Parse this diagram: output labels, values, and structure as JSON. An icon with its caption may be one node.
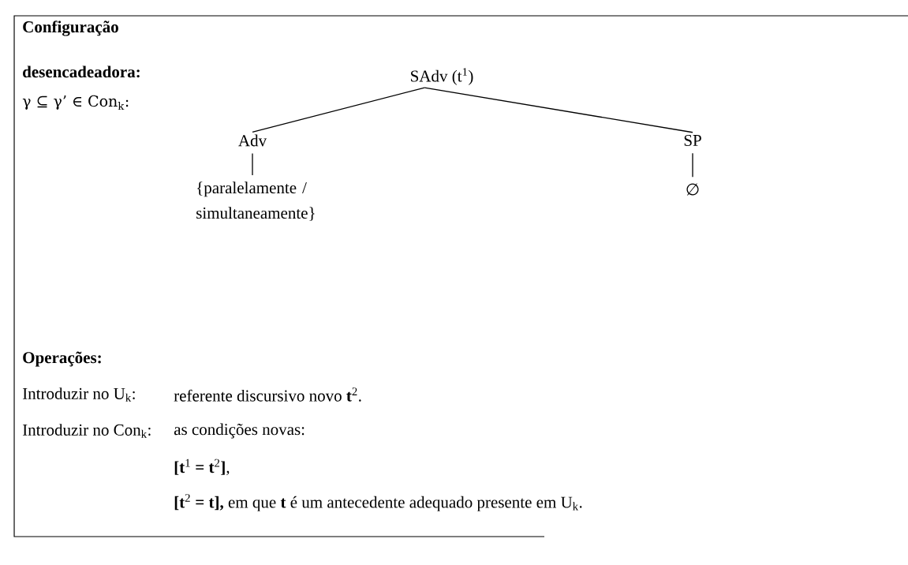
{
  "diagram": {
    "nodes": [
      {
        "text": [
          "SAdv (t$^{1}$)"
        ]
      },
      {
        "text": [
          "Adv"
        ]
      },
      {
        "text": [
          "SP"
        ]
      },
      {
        "text": [
          "{paralelamente / simultaneamente}"
        ]
      },
      {
        "text": [
          "∅"
        ]
      }
    ],
    "edges": [
      {
        "from": 0,
        "to": 1,
        "arrow": "none"
      },
      {
        "from": 0,
        "to": 2,
        "arrow": "none"
      },
      {
        "from": 1,
        "to": 3,
        "arrow": "none"
      },
      {
        "from": 2,
        "to": 4,
        "arrow": "none"
      }
    ],
    "labels": [
      "Configuração desencadeadora:",
      "γ ⊆ γ’ ∈ Con$_{k}$:",
      "Operações:",
      "Introduzir no U$_{k}$:",
      "referente discursivo novo **t**$^{2}$.",
      "Introduzir no Con$_{k}$:",
      "as condições novas:",
      "**[t**$^{1}$ **= t**$^{2}$**]**,",
      "**[t**$^{2}$ **= t],** em que **t** é um antecedente adequado presente em U$_{k}$."
    ]
  }
}
